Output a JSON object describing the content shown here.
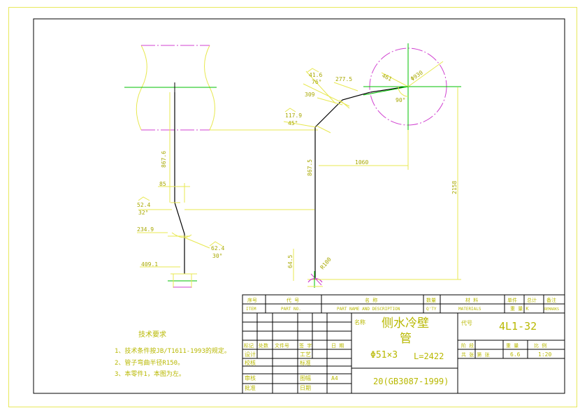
{
  "drawing": {
    "dims": {
      "d_867_6": "867.6",
      "d_85": "85",
      "d_52_4": "52.4",
      "a_32": "32°",
      "d_234_9": "234.9",
      "d_62_4": "62.4",
      "a_30": "30°",
      "d_409_1": "409.1",
      "d_41_6": "41.6",
      "a_76": "76°",
      "d_277_5": "277.5",
      "d_309": "309",
      "d_117_9": "117.9",
      "a_45": "45°",
      "d_867_5": "867.5",
      "d_1060": "1060",
      "d_2158": "2158",
      "d_64_5": "64.5",
      "r_100": "R100",
      "d_461": "461",
      "d_phi930": "Φ930",
      "a_90": "90°"
    }
  },
  "notes": {
    "title": "技术要求",
    "items": [
      "1、技术条件按JB/T1611-1993的规定。",
      "2、管子弯曲半径R150。",
      "3、本零件1，本图为左。"
    ]
  },
  "title_block": {
    "header": {
      "seq_cn": "序号",
      "seq_en": "ITEM",
      "code_cn": "代 号",
      "code_en": "PART NO.",
      "name_cn": "名 称",
      "name_en": "PART NAME AND DESCRIPTION",
      "qty_cn": "数量",
      "qty_en": "Q'TY",
      "mat_cn": "材 料",
      "mat_en": "MATERIALS",
      "unit_cn": "单件",
      "total_cn": "总计",
      "weight_cn": "重 量 K",
      "remark_cn": "备注",
      "remark_en": "REMARKS"
    },
    "name_label": "名称",
    "part_name_line1": "侧水冷壁",
    "part_name_line2": "管",
    "spec": "Φ51×3",
    "length": "L=2422",
    "material": "20(GB3087-1999)",
    "code_label": "代号",
    "drawing_no": "4L1-32",
    "stage_label": "阶 段",
    "weight_label": "重 量",
    "scale_label": "比 例",
    "weight_value": "6.6",
    "scale_value": "1:20",
    "change_labels": [
      "标记",
      "处数",
      "文件号",
      "签 字",
      "日 期"
    ],
    "roles": [
      "设计",
      "校核",
      "审核",
      "批准"
    ],
    "roles_right": [
      "工艺",
      "标准",
      "图幅",
      "日期"
    ],
    "sheet_size": "A4",
    "sheet_label": "共 张 第 张"
  }
}
